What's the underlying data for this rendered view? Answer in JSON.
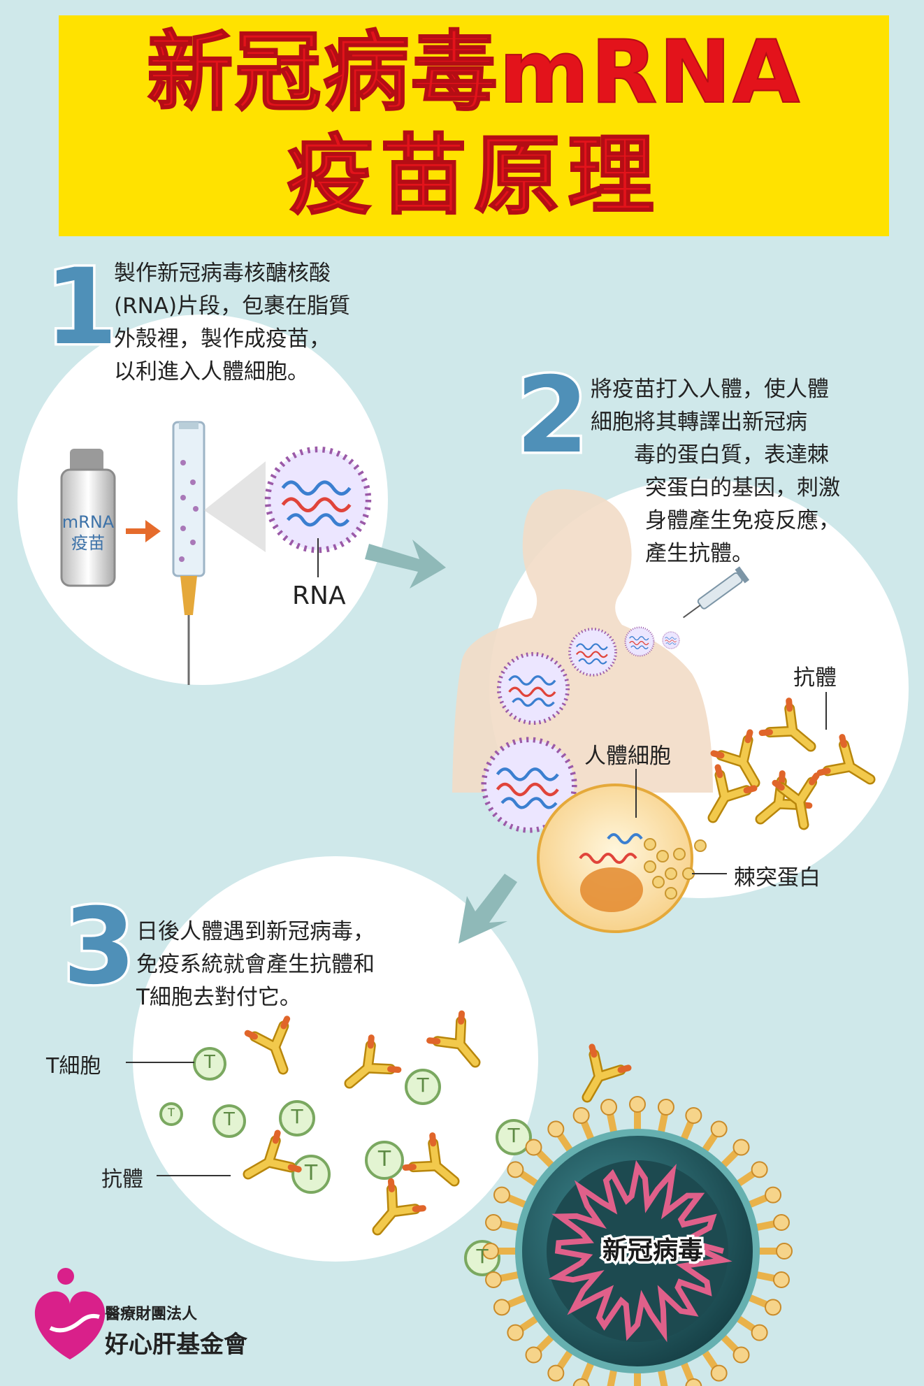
{
  "title": {
    "line1": "新冠病毒mRNA",
    "line2": "疫苗原理"
  },
  "steps": [
    {
      "number": "1",
      "lines": [
        "製作新冠病毒核醣核酸",
        "(RNA)片段，包裹在脂質",
        "外殼裡，製作成疫苗，",
        "以利進入人體細胞。"
      ]
    },
    {
      "number": "2",
      "lines": [
        "將疫苗打入人體，使人體",
        "細胞將其轉譯出新冠病",
        "毒的蛋白質，表達棘",
        "突蛋白的基因，刺激",
        "身體產生免疫反應，",
        "產生抗體。"
      ]
    },
    {
      "number": "3",
      "lines": [
        "日後人體遇到新冠病毒，",
        "免疫系統就會產生抗體和",
        "T細胞去對付它。"
      ]
    }
  ],
  "labels": {
    "vial": "mRNA\n疫苗",
    "rna": "RNA",
    "antibody": "抗體",
    "human_cell": "人體細胞",
    "spike_protein": "棘突蛋白",
    "t_cell": "T細胞",
    "antibody2": "抗體",
    "virus": "新冠病毒",
    "t_letter": "T"
  },
  "footer": {
    "org_small": "醫療財團法人",
    "org_name": "好心肝基金會"
  },
  "colors": {
    "banner": "#ffe200",
    "title": "#e3131b",
    "step_number": "#4f90b8",
    "background": "#cfe8ea",
    "antibody": "#e8b83a",
    "virus": "#2a6b73"
  }
}
